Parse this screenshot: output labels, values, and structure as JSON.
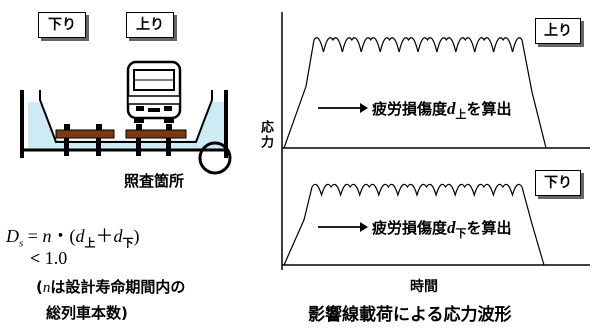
{
  "labels": {
    "down": "下り",
    "up": "上り",
    "check_point": "照査箇所",
    "stress_axis": "応力",
    "time_axis": "時間",
    "diagram_title": "影響線載荷による応力波形"
  },
  "formula": {
    "lhs_D": "D",
    "lhs_sub": "s",
    "eq": " = ",
    "n": "n",
    "dot": "・(",
    "d1": "d",
    "d1_sub": "上",
    "plus": "＋",
    "d2": "d",
    "d2_sub": "下",
    "close": ")",
    "lt": "<",
    "limit": "1.0",
    "note_open": "(",
    "note_n": "n",
    "note_line1": "は設計寿命期間内の",
    "note_line2": "総列車本数)"
  },
  "waveforms": {
    "up": {
      "tag": "上り",
      "arrow_text_pre": "疲労損傷度",
      "arrow_d": "d",
      "arrow_sub": "上",
      "arrow_text_post": "を算出"
    },
    "down": {
      "tag": "下り",
      "arrow_text_pre": "疲労損傷度",
      "arrow_d": "d",
      "arrow_sub": "下",
      "arrow_text_post": "を算出"
    }
  }
}
